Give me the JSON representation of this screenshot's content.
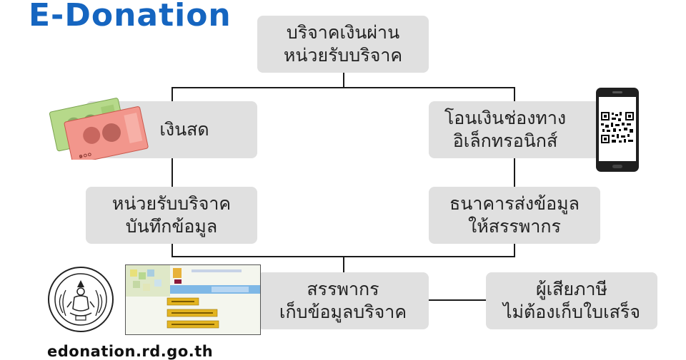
{
  "title": "E-Donation",
  "url": "edonation.rd.go.th",
  "boxes": {
    "top": [
      "บริจาคเงินผ่าน",
      "หน่วยรับบริจาค"
    ],
    "cash": [
      "เงินสด"
    ],
    "electronic": [
      "โอนเงินช่องทาง",
      "อิเล็กทรอนิกส์"
    ],
    "unit_record": [
      "หน่วยรับบริจาค",
      "บันทึกข้อมูล"
    ],
    "bank_send": [
      "ธนาคารส่งข้อมูล",
      "ให้สรรพากร"
    ],
    "revenue_collect": [
      "สรรพากร",
      "เก็บข้อมูลบริจาค"
    ],
    "taxpayer": [
      "ผู้เสียภาษี",
      "ไม่ต้องเก็บใบเสร็จ"
    ]
  },
  "icons": {
    "banknotes": "banknotes-icon",
    "phone": "smartphone-qr-icon",
    "emblem": "revenue-department-emblem",
    "website": "website-screenshot"
  },
  "colors": {
    "title": "#1565c0",
    "box": "#e0e0e0",
    "line": "#1a1a1a"
  }
}
